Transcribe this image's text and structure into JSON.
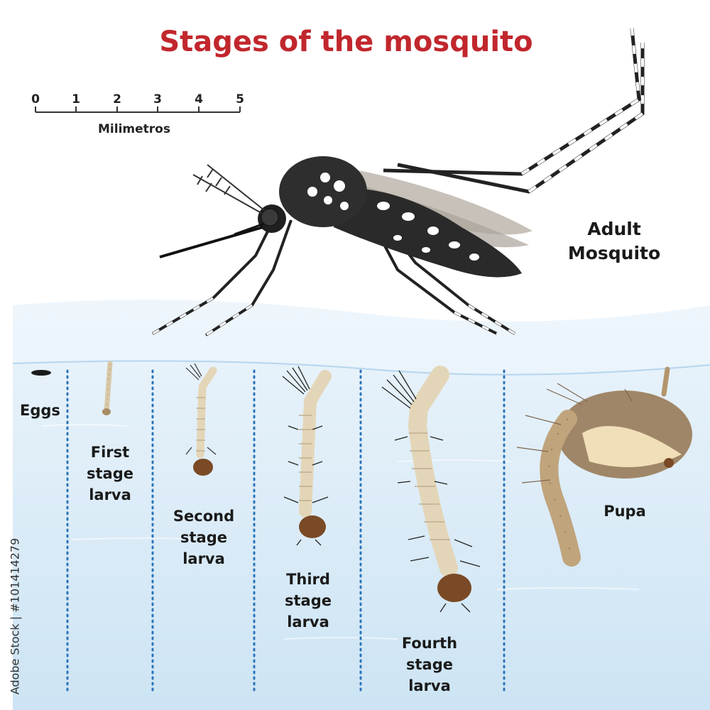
{
  "title": "Stages of the mosquito",
  "scale": {
    "ticks": [
      "0",
      "1",
      "2",
      "3",
      "4",
      "5"
    ],
    "unit_label": "Milimetros"
  },
  "labels": {
    "adult": [
      "Adult",
      "Mosquito"
    ],
    "eggs": "Eggs",
    "first": [
      "First",
      "stage",
      "larva"
    ],
    "second": [
      "Second",
      "stage",
      "larva"
    ],
    "third": [
      "Third",
      "stage",
      "larva"
    ],
    "fourth": [
      "Fourth",
      "stage",
      "larva"
    ],
    "pupa": "Pupa"
  },
  "watermark_id": "Adobe Stock | #101414279",
  "colors": {
    "title": "#c1272d",
    "water_top": "#e6f2fa",
    "water_bottom": "#cfe6f5",
    "divider": "#2b74b8",
    "mosquito_body": "#2a2a2a",
    "larva": "#e3d6b8",
    "pupa": "#a08668"
  }
}
